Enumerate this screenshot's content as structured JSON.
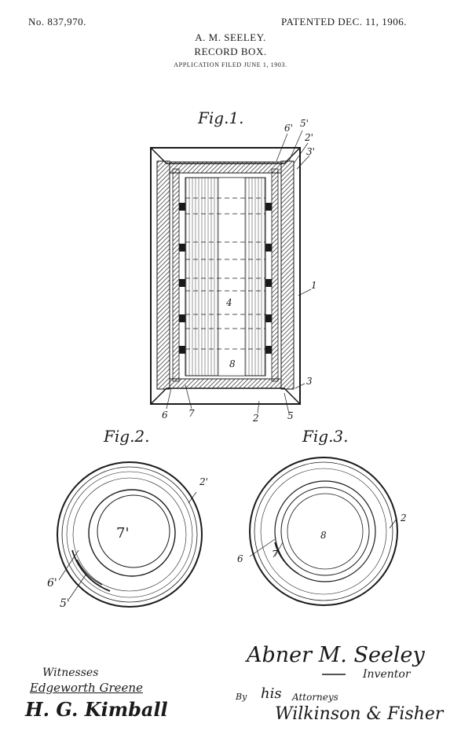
{
  "header": {
    "patent_number": "No. 837,970.",
    "patent_date": "PATENTED DEC. 11, 1906.",
    "inventor_name": "A. M. SEELEY.",
    "title": "RECORD BOX.",
    "filed": "APPLICATION FILED JUNE 1, 1903."
  },
  "figures": {
    "fig1": {
      "label": "Fig.1.",
      "refs": [
        "6'",
        "5'",
        "2'",
        "3'",
        "1",
        "4",
        "8",
        "3",
        "6",
        "7",
        "2",
        "5"
      ]
    },
    "fig2": {
      "label": "Fig.2.",
      "refs": [
        "2'",
        "7'",
        "6'",
        "5'"
      ]
    },
    "fig3": {
      "label": "Fig.3.",
      "refs": [
        "2",
        "8",
        "6",
        "7"
      ]
    }
  },
  "signatures": {
    "inventor": "Abner M. Seeley",
    "inventor_caption": "Inventor",
    "witnesses_caption": "Witnesses",
    "witness_1": "Edgeworth Greene",
    "witness_2": "H. G. Kimball",
    "by": "By",
    "his": "his",
    "attorneys_caption": "Attorneys",
    "attorneys": "Wilkinson & Fisher"
  }
}
